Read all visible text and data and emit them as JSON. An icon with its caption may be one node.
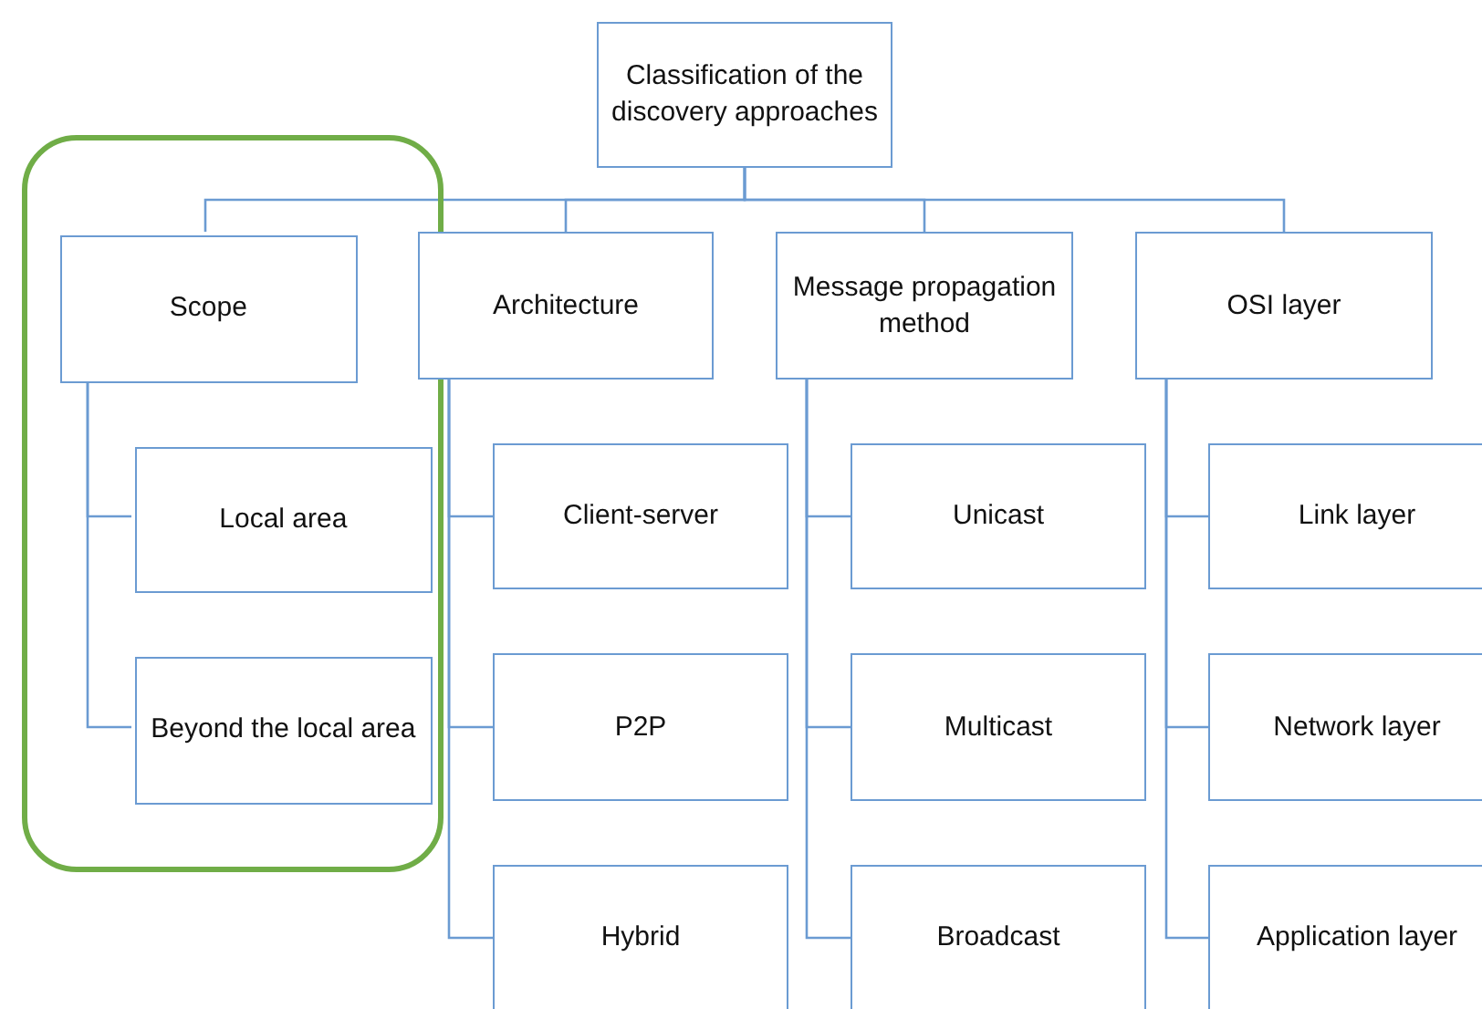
{
  "diagram": {
    "nodes": [
      {
        "text": [
          "Classification of the discovery approaches"
        ]
      },
      {
        "text": [],
        "shape": "box"
      },
      {
        "text": [
          "Scope"
        ],
        "in": 1
      },
      {
        "text": [
          "Architecture"
        ]
      },
      {
        "text": [
          "Message propagation method"
        ]
      },
      {
        "text": [
          "OSI layer"
        ]
      },
      {
        "text": [
          "Local area"
        ],
        "in": 1
      },
      {
        "text": [
          "Beyond the local area"
        ],
        "in": 1
      },
      {
        "text": [
          "Client-server"
        ]
      },
      {
        "text": [
          "P2P"
        ]
      },
      {
        "text": [
          "Hybrid"
        ]
      },
      {
        "text": [
          "Unicast"
        ]
      },
      {
        "text": [
          "Multicast"
        ]
      },
      {
        "text": [
          "Broadcast"
        ]
      },
      {
        "text": [
          "Link layer"
        ]
      },
      {
        "text": [
          "Network layer"
        ]
      },
      {
        "text": [
          "Application layer"
        ]
      }
    ],
    "edges": [
      {
        "from": 0,
        "to": 2,
        "arrow": "none"
      },
      {
        "from": 0,
        "to": 3,
        "arrow": "none"
      },
      {
        "from": 0,
        "to": 4,
        "arrow": "none"
      },
      {
        "from": 0,
        "to": 5,
        "arrow": "none"
      },
      {
        "from": 2,
        "to": 6,
        "arrow": "none"
      },
      {
        "from": 2,
        "to": 7,
        "arrow": "none"
      },
      {
        "from": 3,
        "to": 8,
        "arrow": "none"
      },
      {
        "from": 3,
        "to": 9,
        "arrow": "none"
      },
      {
        "from": 3,
        "to": 10,
        "arrow": "none"
      },
      {
        "from": 4,
        "to": 11,
        "arrow": "none"
      },
      {
        "from": 4,
        "to": 12,
        "arrow": "none"
      },
      {
        "from": 4,
        "to": 13,
        "arrow": "none"
      },
      {
        "from": 5,
        "to": 14,
        "arrow": "none"
      },
      {
        "from": 5,
        "to": 15,
        "arrow": "none"
      },
      {
        "from": 5,
        "to": 16,
        "arrow": "none"
      }
    ]
  }
}
